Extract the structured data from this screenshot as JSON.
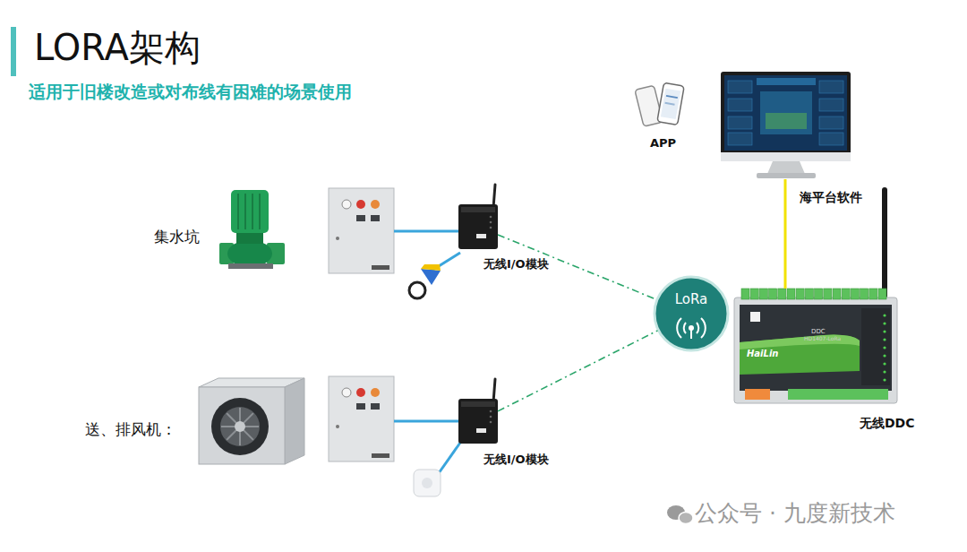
{
  "diagram": {
    "title": "LORA架构",
    "nodes": [
      {
        "text": [
          "无线I/O模块"
        ]
      },
      {
        "text": [
          "无线I/O模块"
        ]
      },
      {
        "text": [
          "LoRa"
        ]
      },
      {
        "text": [
          "DDC",
          "HD1407-LoRa",
          "HaiLin",
          "无线DDC"
        ]
      },
      {
        "text": [
          "海平台软件"
        ]
      }
    ],
    "edges": [
      {
        "from": 0,
        "to": 2,
        "arrow": "none"
      },
      {
        "from": 1,
        "to": 2,
        "arrow": "none"
      },
      {
        "from": 3,
        "to": 4,
        "arrow": "none"
      }
    ],
    "labels": [
      "适用于旧楼改造或对布线有困难的场景使用",
      "APP",
      "集水坑",
      "送、排风机：",
      "公众号 · 九度新技术"
    ]
  }
}
